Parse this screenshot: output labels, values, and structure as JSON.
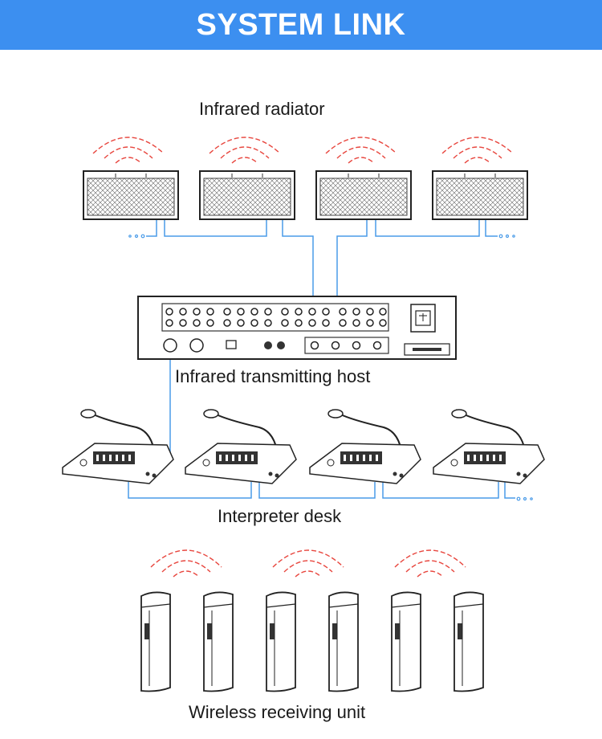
{
  "header": {
    "title": "SYSTEM LINK"
  },
  "labels": {
    "radiator": "Infrared radiator",
    "host": "Infrared transmitting host",
    "desk": "Interpreter desk",
    "receiver": "Wireless receiving unit"
  },
  "counts": {
    "radiators": 4,
    "desks": 4,
    "receivers": 6
  },
  "colors": {
    "banner": "#3c8ff0",
    "link_line": "#4a9be8",
    "signal_wave": "#e8473f",
    "device_outline": "#222222"
  },
  "icons": [
    "infrared-radiator-icon",
    "transmitting-host-icon",
    "interpreter-desk-icon",
    "receiver-unit-icon",
    "signal-wave-icon",
    "power-socket-icon"
  ]
}
